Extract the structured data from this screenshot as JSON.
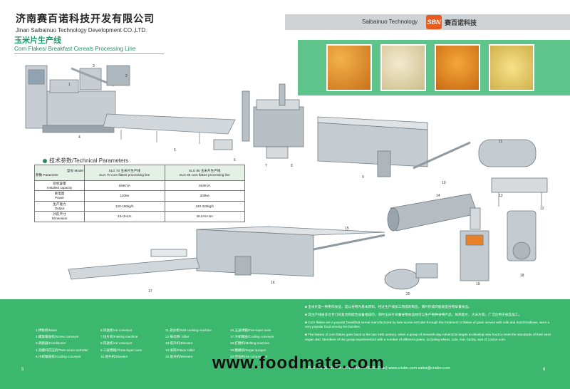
{
  "company": {
    "name_cn": "济南赛百诺科技开发有限公司",
    "name_en": "Jinan Saibainuo Technology Development CO.,LTD."
  },
  "product": {
    "title_cn": "玉米片生产线",
    "title_en": "Corn Flakes/ Breakfast Cereals Processing Line"
  },
  "brand": {
    "en": "Saibainuo Technology",
    "logo": "SBN",
    "cn": "赛百诺科技"
  },
  "photo_colors": [
    "#d98a1f",
    "#e6d7a0",
    "#e0921f",
    "#e8cf6a"
  ],
  "machine_numbers": [
    "1",
    "2",
    "3",
    "4",
    "5",
    "6",
    "7",
    "8",
    "9",
    "10",
    "11",
    "12",
    "13",
    "14",
    "15",
    "16",
    "17",
    "18",
    "19",
    "20"
  ],
  "params": {
    "title": "技术参数/Technical Parameters",
    "header": {
      "model": "型号 Model",
      "param": "参数 Parameter",
      "slg70": "SLG 70 玉米片生产线\nSLG 70 corn flakes processing line",
      "slg85": "SLG 85 玉米片生产线\nSLG 85 corn flakes processing line"
    },
    "rows": [
      {
        "label": "装机容量\nInstalled capacity",
        "v70": "186KVA",
        "v85": "263KVA"
      },
      {
        "label": "耗电量\nPower",
        "v70": "110kw",
        "v85": "200kw"
      },
      {
        "label": "生产能力\nOutput",
        "v70": "120-150kg/h",
        "v85": "240-320kg/h"
      },
      {
        "label": "外形尺寸\nDimension",
        "v70": "45×3×4m",
        "v85": "48.5×5×4m"
      }
    ]
  },
  "legend": [
    "1.拌粉机/Mixer",
    "2.螺旋输送机/Screw conveyor",
    "3.调质器/Conditioner",
    "4.双螺杆挤压机/Twin-screw extruder",
    "5.冷却输送机/Cooling conveyor",
    "6.风送机/Air conveyor",
    "7.压片机/Flaking machine",
    "8.风送机/Air conveyor",
    "9.三层烤箱/Three-layer oven",
    "10.提升机/Elevator",
    "11.盐炒机/Salt cooking machine",
    "12.振动筛/ Sifter",
    "13.提升机/Elevator",
    "14.滚筒/Flavor roller",
    "15.提升机/Elevator",
    "16.五层烤箱/Five-layer oven",
    "17.冷却输送/Cooling conveyor",
    "18.打糖机/Melting machine",
    "19.糖桶喷/Sugar sprayer",
    "20.空压机/Air compressor"
  ],
  "description": [
    "■ 玉米片是一种用作食品，是以谷物为基本原料，经过生产线加工而成的制品，薄片形成的脆爽型谷物早餐食品。",
    "■ 其生产线由多台专门的复合和配合设备组成的，同时玉米片早餐谷物食品线可以生产各种谷物产品，如燕麦片、大米片等，广泛应用于食品加工。",
    "■ Corn flakes are a popular breakfast cereal manufactured by twin-screw extruder through the treatment of flakes of grain served with milk and marshmallows, were a very popular food among the families.",
    "■ The history of corn flakes goes back to the late 19th century, when a group of Seventh-day Adventists began to develop new food to meet the standards of their strict vegan diet. Members of the group experimented with a number of different grains, including wheat, oats, rice, barley, and of course corn."
  ],
  "pages": {
    "left": "5",
    "right": "6"
  },
  "contact": "0086 531 86762264 85781418  86762891(Fax)  www.cnsbn.com  sales@cnsbn.com",
  "watermark": "www.foodmate.com"
}
